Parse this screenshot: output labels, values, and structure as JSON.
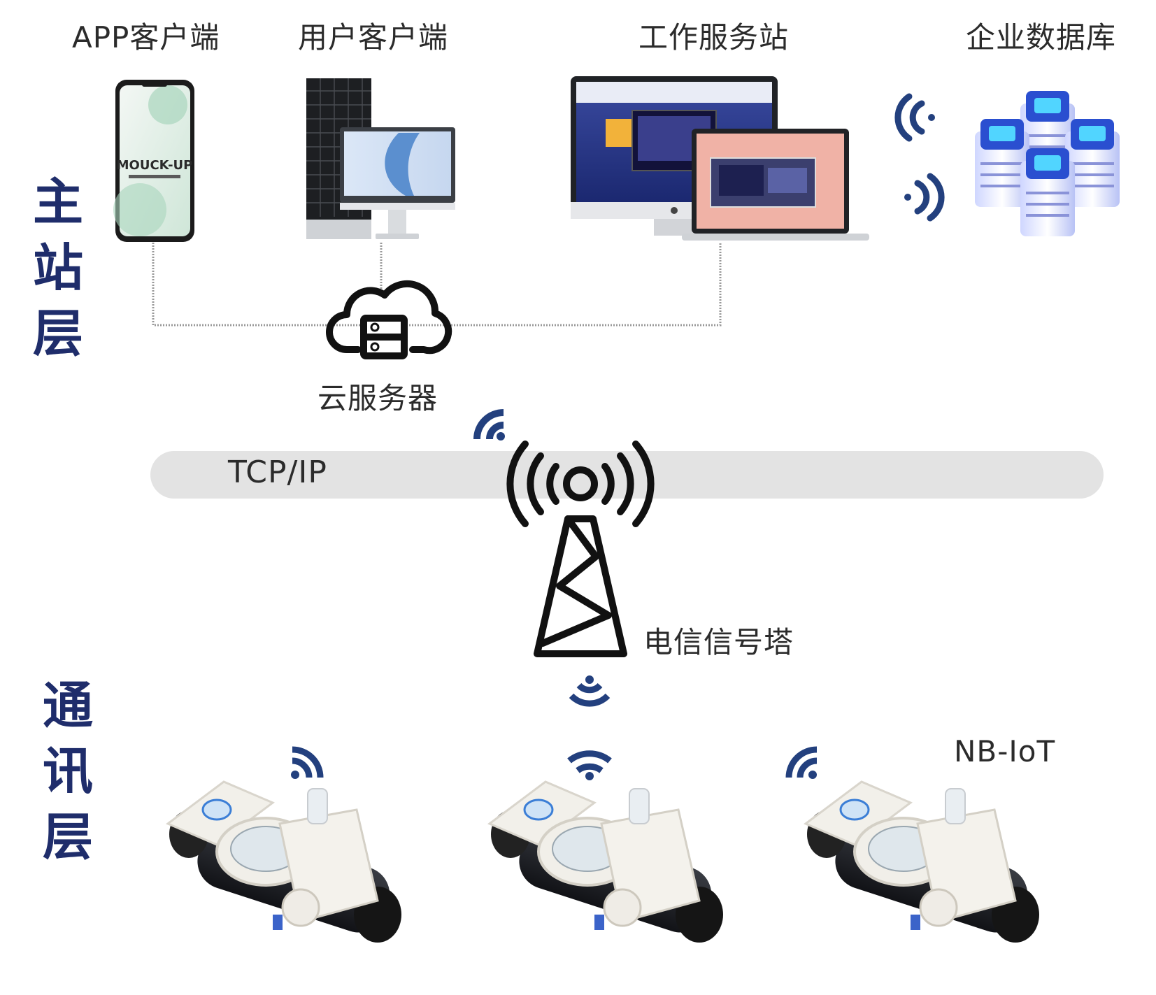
{
  "colors": {
    "layer_text": "#1f2d6b",
    "wave_blue": "#23407e",
    "line_gray": "#9a9a9a",
    "band_gray": "#e3e3e3"
  },
  "top_labels": {
    "app": "APP客户端",
    "user": "用户客户端",
    "workstation": "工作服务站",
    "database": "企业数据库"
  },
  "layers": {
    "master": [
      "主",
      "站",
      "层"
    ],
    "comm": [
      "通",
      "讯",
      "层"
    ]
  },
  "cloud_label": "云服务器",
  "band_label": "TCP/IP",
  "tower_label": "电信信号塔",
  "nb_label": "NB-IoT",
  "phone_screen_text": "MOUCK-UP",
  "meters": [
    {
      "id": "meter-1"
    },
    {
      "id": "meter-2"
    },
    {
      "id": "meter-3"
    }
  ]
}
